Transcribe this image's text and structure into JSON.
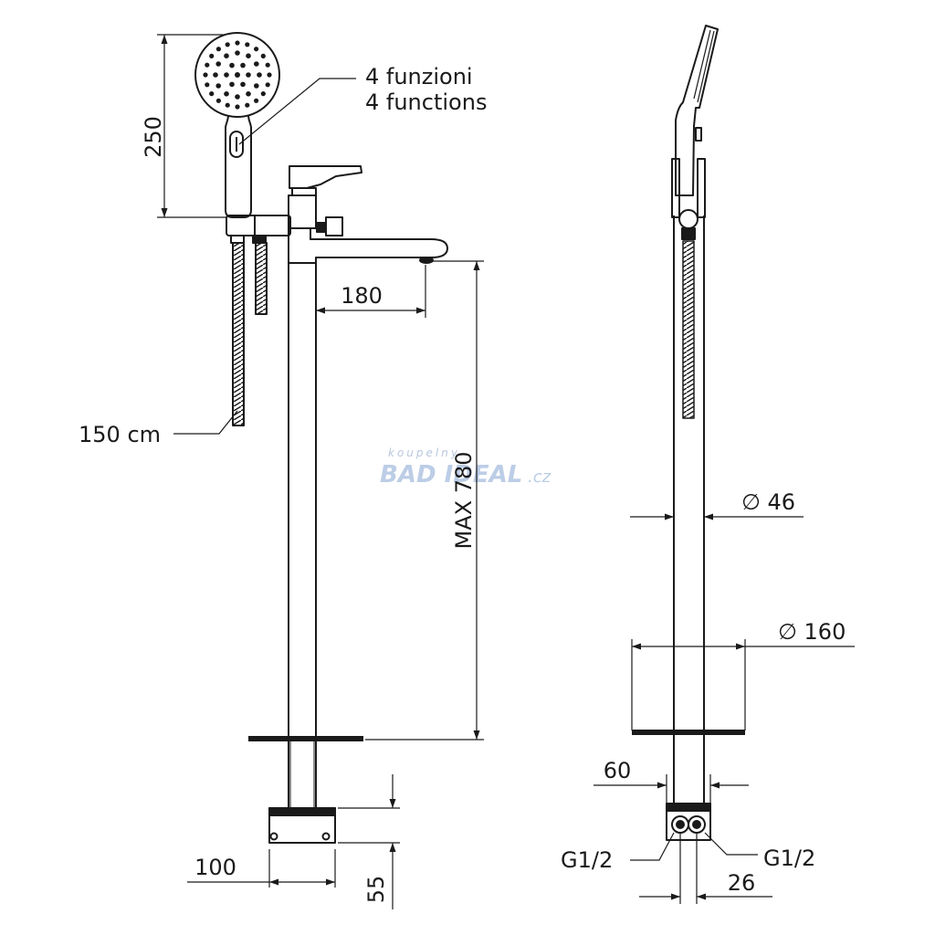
{
  "labels": {
    "functions_it": "4 funzioni",
    "functions_en": "4 functions",
    "hose_length": "150 cm",
    "height_handshower": "250",
    "spout_reach": "180",
    "max_height": "MAX 780",
    "base_width": "100",
    "base_height": "55",
    "tube_diameter": "∅ 46",
    "plate_diameter": "∅ 160",
    "pipe_width": "60",
    "connection_left": "G1/2",
    "connection_right": "G1/2",
    "connection_spacing": "26"
  },
  "watermark": {
    "top": "koupelny",
    "brand": "BAD IDEAL",
    "suffix": ".cz"
  },
  "colors": {
    "line": "#1a1a1a",
    "watermark": "#bccde6"
  }
}
